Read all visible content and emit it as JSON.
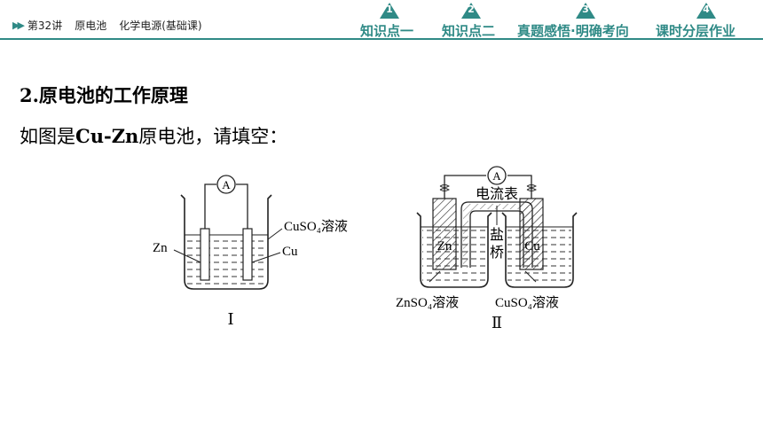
{
  "header": {
    "breadcrumb": {
      "lesson": "第32讲",
      "topic": "原电池",
      "subtopic": "化学电源(基础课)"
    },
    "nav": [
      {
        "num": "1",
        "label": "知识点一"
      },
      {
        "num": "2",
        "label": "知识点二"
      },
      {
        "num": "3",
        "label": "真题感悟·明确考向"
      },
      {
        "num": "4",
        "label": "课时分层作业"
      }
    ],
    "accent_color": "#2f8a86"
  },
  "content": {
    "heading": "2.原电池的工作原理",
    "prompt_pre": "如图是",
    "prompt_bold": "Cu-Zn",
    "prompt_post": "原电池，请填空："
  },
  "figure1": {
    "meter": "A",
    "zn": "Zn",
    "cu": "Cu",
    "solution": "CuSO₄溶液",
    "caption": "Ⅰ"
  },
  "figure2": {
    "meter": "A",
    "meter_label": "电流表",
    "zn": "Zn",
    "cu": "Cu",
    "bridge_1": "盐",
    "bridge_2": "桥",
    "left_solution": "ZnSO₄溶液",
    "right_solution": "CuSO₄溶液",
    "caption": "Ⅱ"
  }
}
